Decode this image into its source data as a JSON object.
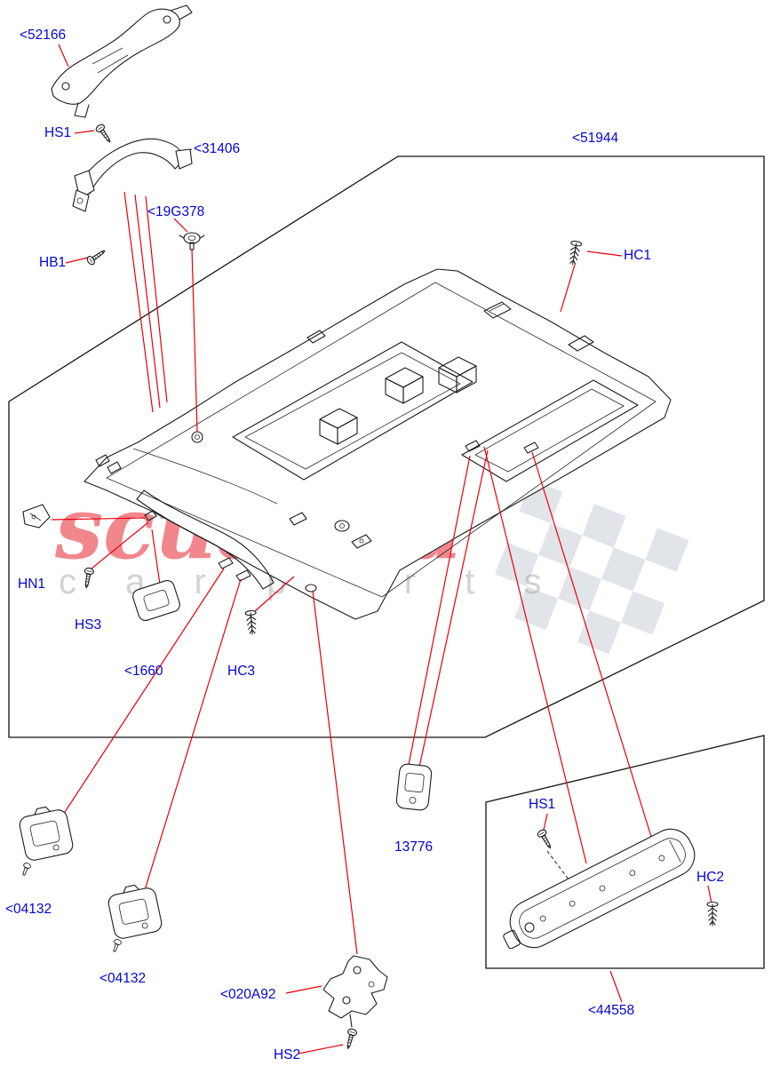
{
  "diagram": {
    "type": "exploded-parts-diagram",
    "subject": "vehicle headlining panel and trim fixings",
    "colors": {
      "leader_line": "#e8000d",
      "label_blue": "#0505d6",
      "line_black": "#1c1c1c"
    },
    "watermark": {
      "word": "scuderia",
      "sub_left": "c a r",
      "sub_right": "p a r t s"
    },
    "labels": [
      {
        "part": "52166",
        "text": "<52166"
      },
      {
        "part": "HS1",
        "text": "HS1"
      },
      {
        "part": "31406",
        "text": "<31406"
      },
      {
        "part": "19G378",
        "text": "<19G378"
      },
      {
        "part": "HB1",
        "text": "HB1"
      },
      {
        "part": "51944",
        "text": "<51944"
      },
      {
        "part": "HC1",
        "text": "HC1"
      },
      {
        "part": "HN1",
        "text": "HN1"
      },
      {
        "part": "HS3",
        "text": "HS3"
      },
      {
        "part": "1660",
        "text": "<1660"
      },
      {
        "part": "HC3",
        "text": "HC3"
      },
      {
        "part": "04132-a",
        "text": "<04132"
      },
      {
        "part": "04132-b",
        "text": "<04132"
      },
      {
        "part": "020A92",
        "text": "<020A92"
      },
      {
        "part": "HS2",
        "text": "HS2"
      },
      {
        "part": "13776",
        "text": "13776"
      },
      {
        "part": "HS1-b",
        "text": "HS1"
      },
      {
        "part": "HC2",
        "text": "HC2"
      },
      {
        "part": "44558",
        "text": "<44558"
      }
    ]
  }
}
